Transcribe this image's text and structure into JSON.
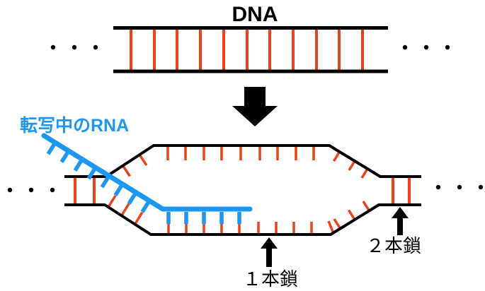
{
  "diagram": {
    "title": "DNA",
    "rna_label": "転写中のRNA",
    "single_strand_label": "１本鎖",
    "double_strand_label": "２本鎖"
  },
  "colors": {
    "strand": "#000000",
    "rung": "#e8431c",
    "rna": "#1e97f3",
    "text": "#000000",
    "background": "#ffffff"
  }
}
